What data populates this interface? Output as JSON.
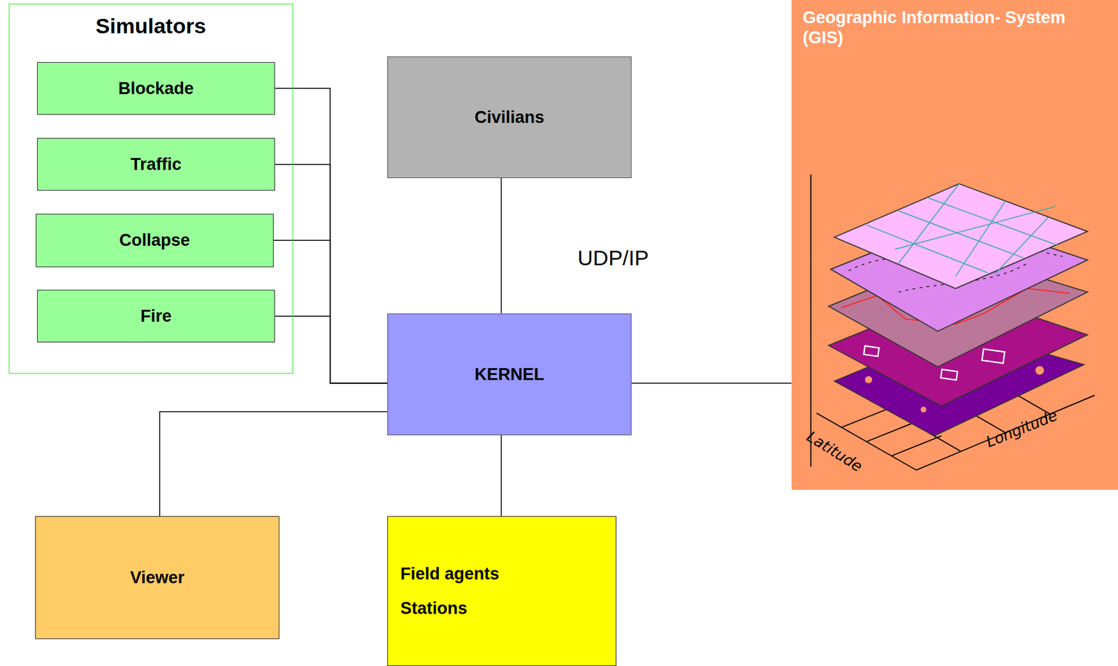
{
  "diagram": {
    "nodes": [
      {
        "text": [
          "Simulators"
        ]
      },
      {
        "text": [
          "Blockade"
        ],
        "in": 0
      },
      {
        "text": [
          "Traffic"
        ],
        "in": 0
      },
      {
        "text": [
          "Collapse"
        ],
        "in": 0
      },
      {
        "text": [
          "Fire"
        ],
        "in": 0
      },
      {
        "text": [
          "Civilians"
        ]
      },
      {
        "text": [
          "Geographic Information- System (GIS)"
        ]
      },
      {
        "text": [
          "KERNEL"
        ]
      },
      {
        "text": [
          "Viewer"
        ]
      },
      {
        "text": [
          "Field agents",
          "Stations"
        ]
      }
    ],
    "edges": [
      {
        "from": 1,
        "to": 7,
        "arrow": "none"
      },
      {
        "from": 2,
        "to": 7,
        "arrow": "none"
      },
      {
        "from": 3,
        "to": 7,
        "arrow": "none"
      },
      {
        "from": 4,
        "to": 7,
        "arrow": "none"
      },
      {
        "from": 5,
        "to": 7,
        "arrow": "none"
      },
      {
        "from": 7,
        "to": 6,
        "arrow": "none"
      },
      {
        "from": 7,
        "to": 8,
        "arrow": "none"
      },
      {
        "from": 7,
        "to": 9,
        "arrow": "none"
      }
    ],
    "labels": [
      "UDP/IP",
      "Latitude",
      "Longitude"
    ]
  }
}
